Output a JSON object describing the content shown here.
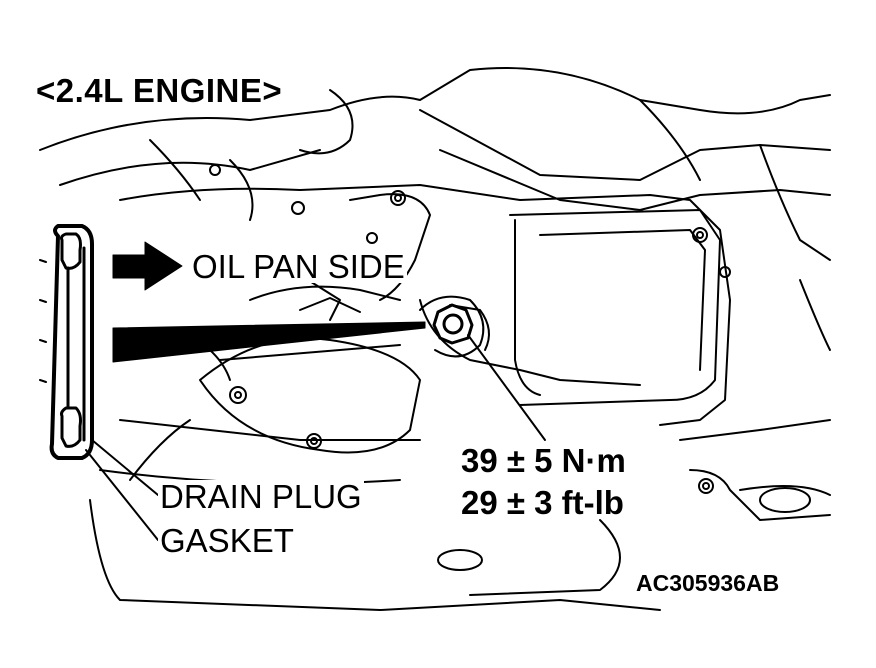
{
  "diagram": {
    "title": "<2.4L ENGINE>",
    "arrow_label": "OIL PAN SIDE",
    "torque": {
      "metric": "39 ± 5 N·m",
      "imperial": "29 ± 3 ft-lb"
    },
    "part_labels": {
      "drain_plug": "DRAIN PLUG",
      "gasket": "GASKET"
    },
    "figure_code": "AC305936AB"
  },
  "colors": {
    "line": "#000000",
    "background": "#ffffff"
  }
}
